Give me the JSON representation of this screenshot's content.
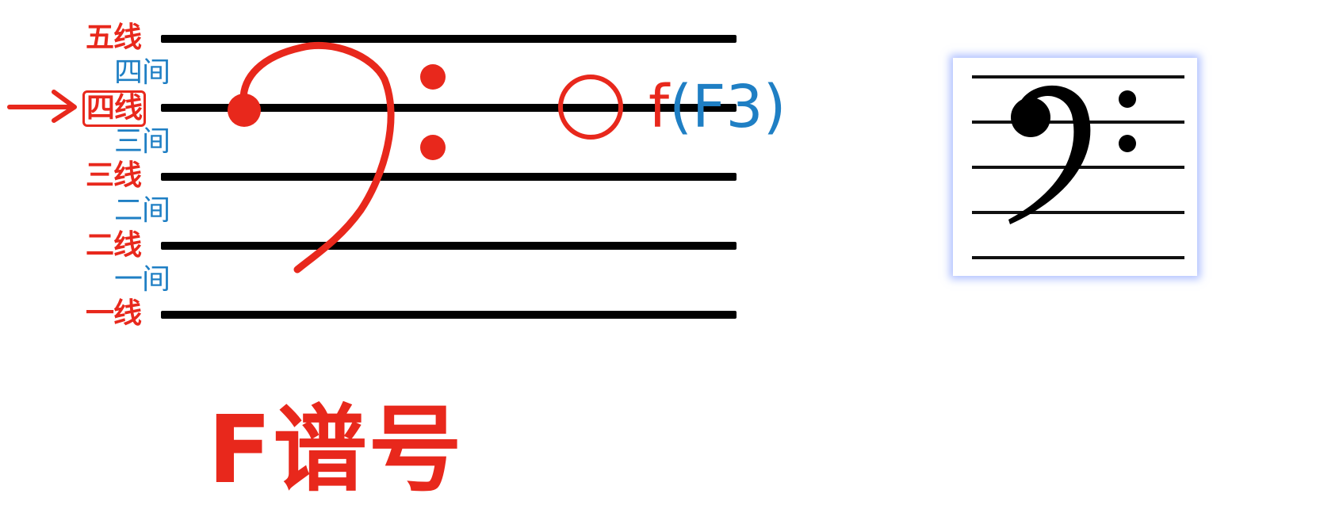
{
  "staff": {
    "line_labels": [
      "五线",
      "四线",
      "三线",
      "二线",
      "一线"
    ],
    "space_labels": [
      "四间",
      "三间",
      "二间",
      "一间"
    ]
  },
  "note": {
    "letter": "f",
    "name": "(F3)"
  },
  "title": "F谱号",
  "colors": {
    "red": "#e8281c",
    "blue": "#1f7fc4",
    "black": "#000000"
  },
  "icons": {
    "arrow": "right-arrow-icon",
    "clef": "bass-clef-icon",
    "note": "whole-note-icon"
  }
}
